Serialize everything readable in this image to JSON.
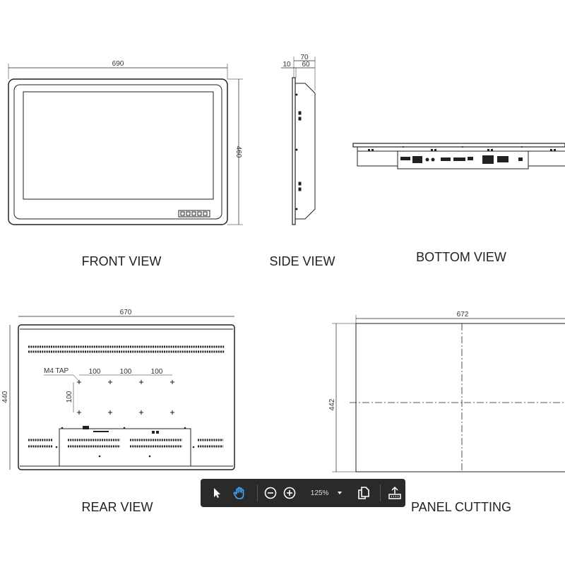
{
  "drawing": {
    "views": {
      "front": "FRONT VIEW",
      "side": "SIDE VIEW",
      "bottom": "BOTTOM VIEW",
      "rear": "REAR VIEW",
      "panel": "PANEL CUTTING"
    },
    "dimensions": {
      "front_width": "690",
      "front_height": "460",
      "side_total": "70",
      "side_front": "10",
      "side_body": "60",
      "rear_width": "670",
      "rear_height": "440",
      "rear_tap": "M4 TAP",
      "vesa_h1": "100",
      "vesa_h2": "100",
      "vesa_h3": "100",
      "vesa_v": "100",
      "cut_width": "672",
      "cut_height": "442"
    }
  },
  "toolbar": {
    "tools": [
      "select-tool",
      "hand-tool"
    ],
    "active_tool": "hand-tool",
    "zoom_level": "125%",
    "accent_color": "#3ea6ff"
  }
}
